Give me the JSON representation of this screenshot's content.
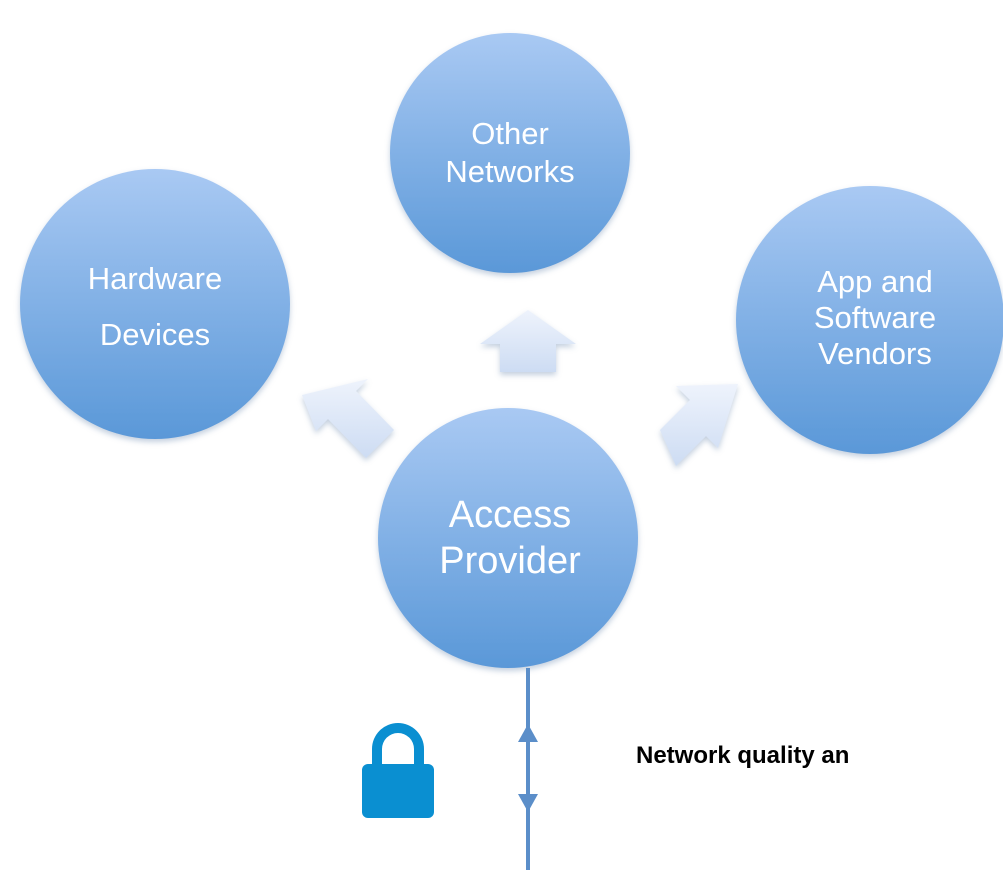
{
  "nodes": {
    "other_networks": {
      "line1": "Other",
      "line2": "Networks"
    },
    "hardware_devices": {
      "line1": "Hardware",
      "line2": "Devices"
    },
    "app_vendors": {
      "line1": "App and",
      "line2": "Software",
      "line3": "Vendors"
    },
    "access_provider": {
      "line1": "Access",
      "line2": "Provider"
    }
  },
  "caption": "Network quality an",
  "icons": {
    "padlock": "lock-icon",
    "link_arrow": "double-arrow-icon"
  },
  "colors": {
    "circle_top": "#a9c9f3",
    "circle_bottom": "#5a98d8",
    "arrow_fill": "#dce7f8",
    "connector": "#5b8ec9",
    "lock": "#0a8fd1",
    "label": "#ffffff"
  }
}
